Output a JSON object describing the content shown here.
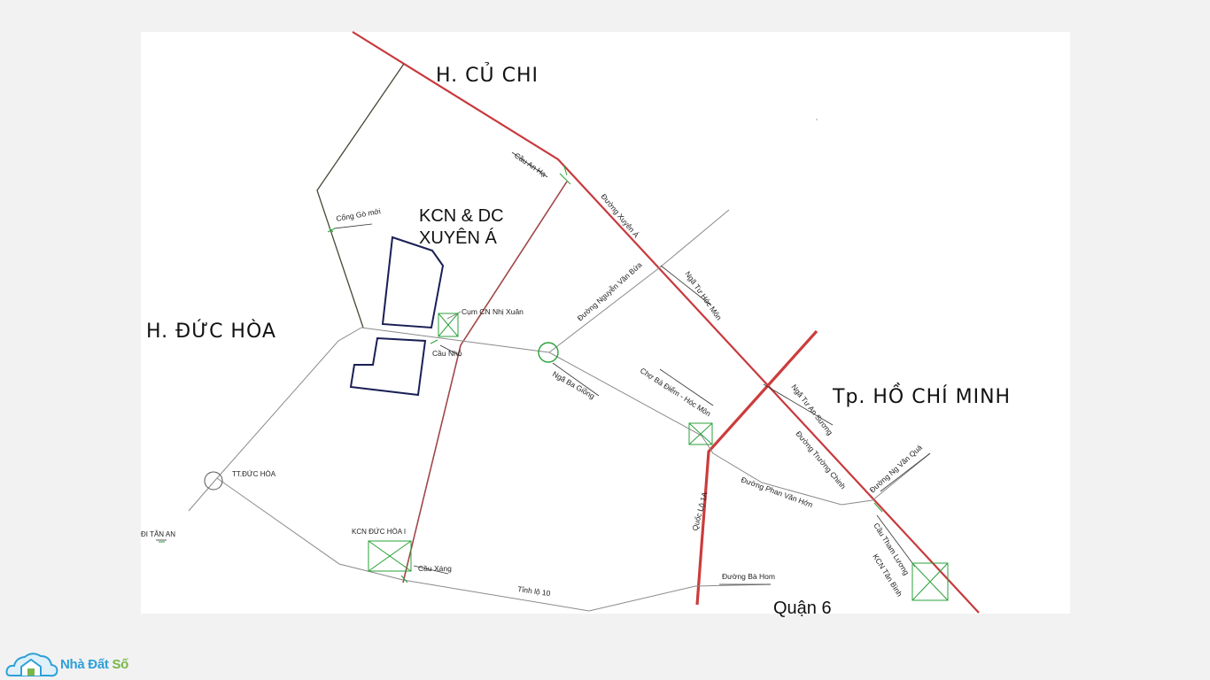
{
  "map": {
    "regions": {
      "cu_chi": "H. CỦ CHI",
      "duc_hoa": "H. ĐỨC HÒA",
      "hcm": "Tp. HỒ CHÍ MINH",
      "quan6": "Quận 6"
    },
    "kcn_title": [
      "KCN & DC",
      "XUYÊN Á"
    ],
    "labels": {
      "cau_an_ha": "Cầu An Hạ",
      "duong_xuyen_a": "Đường Xuyên Á",
      "cong_go_moi": "Cống Gò mới",
      "nga_tu_hoc_mon": "Ngã Tư Hóc Môn",
      "duong_nguyen_van_bua": "Đường Nguyễn Văn Bứa",
      "cum_cn_nhi_xuan": "Cụm CN Nhị Xuân",
      "cau_nho": "Cầu Nhỏ",
      "nga_ba_giong": "Ngã Ba Giồng",
      "cho_ba_diem": "Chợ Bà Điểm - Hóc Môn",
      "nga_tu_an_suong": "Ngã Tư An Sương",
      "duong_truong_chinh": "Đường Trường Chinh",
      "duong_ng_van_qua": "Đường Ng Văn Quá",
      "duong_phan_van_hon": "Đường Phan Văn Hớn",
      "quoc_lo_1a": "Quốc Lộ 1A",
      "tt_duc_hoa": "TT.ĐỨC HÒA",
      "di_tan_an": "ĐI TÂN AN",
      "kcn_duc_hoa": "KCN ĐỨC HÒA I",
      "cau_xang": "Cầu Xáng",
      "tinh_lo_10": "Tỉnh lộ 10",
      "duong_ba_hom": "Đường Bà Hom",
      "cau_tham_luong": "Cầu Tham Lương",
      "kcn_tan_binh": "KCN Tân Bình"
    }
  },
  "logo": {
    "part1": "Nhà Đất ",
    "part2": "Số"
  },
  "colors": {
    "major_road": "#c8393c",
    "provincial_road": "#a0474a",
    "minor_road": "#8a8a8a",
    "local_road": "#555040",
    "zone_outline": "#1a1f55",
    "marker": "#2aa23a",
    "background": "#ffffff",
    "page": "#f2f2f2"
  }
}
